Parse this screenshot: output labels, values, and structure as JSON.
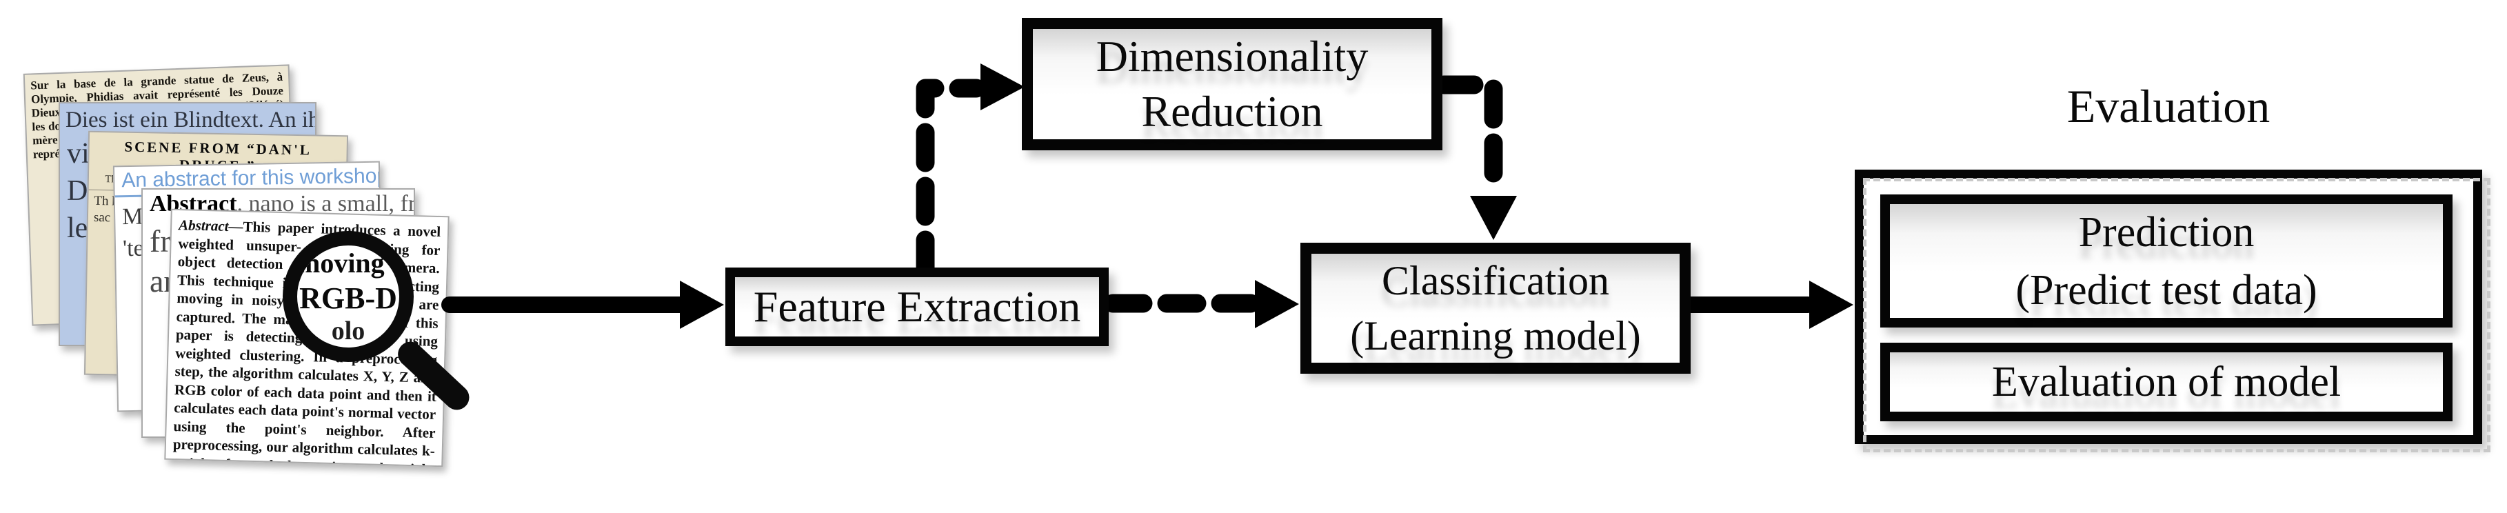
{
  "figure": {
    "type": "machine-learning-pipeline-flow-diagram",
    "background": "#ffffff",
    "line_color": "#000000",
    "dashed_outline_color": "#c9c9c9",
    "page_colors": {
      "french": "#eee8d4",
      "german": "#b7c9e6",
      "scene": "#eae2c8",
      "workshop_heading": "#6f9ed6"
    }
  },
  "stack": {
    "pages": [
      {
        "id": "french-clipping",
        "text": "Sur la base de la grande statue de Zeus, à Olympie, Phidias avait représenté les Douze Dieux. Entre le Soleil (Hélios) et la Lune (Séléné) les do un die liés (f Éros blême gie na pas m Chari mère Athén dieu d allégo œuvre son in tion. géant représ l'est, Hermè"
      },
      {
        "id": "german-blindtext",
        "headline": "Dies ist ein Blindtext. An ihm lässt sich",
        "text": "viel set Gra kar lese Die viel set Gra kar lese"
      },
      {
        "id": "playbill",
        "headline": "SCENE FROM “DAN'L DRUCE.”",
        "subline": "This interesting domestic drama, by Mr. W. S. Gilbert,",
        "text": "Th ha sul ha sul ord ng thu wl v. Hi tre ter El sac thi lot fro the Tl"
      },
      {
        "id": "workshop-abstract",
        "headline": "An abstract for this workshop",
        "text": "Ma for this in o wri th coll 'ter na fra (o pur Pi and an"
      },
      {
        "id": "nano-abstract",
        "lead": "Abstract",
        "lead_rest": ".  nano is a small, free and",
        "text": "fri Pi th th na (o Pi an"
      },
      {
        "id": "rgbd-abstract",
        "lead": "Abstract—",
        "text": "This paper introduces a novel weighted unsuper- vised learning for object detection with RGB-D camera. This technique is feasible for detecting moving in noisy environments that are captured. The main contribution of this paper is detecting each object using weighted clustering. In a preprocessing step, the algorithm calculates X, Y, Z and RGB color of each data point and then it calculates each data point's normal vector using the point's neighbor. After preprocessing, our algorithm calculates k-weights for each data point; each weight indicates membership. Resulting in clustered objects of the scene."
      }
    ],
    "magnifier": {
      "line1": "moving o",
      "line2": "RGB-D",
      "line3": "olo"
    }
  },
  "nodes": {
    "feature_extraction": {
      "label": "Feature Extraction"
    },
    "dimensionality_reduction": {
      "line1": "Dimensionality",
      "line2": "Reduction"
    },
    "classification": {
      "line1": "Classification",
      "line2": "(Learning model)"
    },
    "evaluation_group": {
      "title": "Evaluation"
    },
    "prediction": {
      "line1": "Prediction",
      "line2": "(Predict test data)"
    },
    "evaluation_of_model": {
      "label": "Evaluation of model"
    }
  },
  "connectors": [
    {
      "from": "document-stack",
      "to": "feature-extraction",
      "style": "solid-arrow"
    },
    {
      "from": "feature-extraction",
      "to": "dimensionality-reduction",
      "style": "dashed-arrow"
    },
    {
      "from": "dimensionality-reduction",
      "to": "classification",
      "style": "dashed-arrow"
    },
    {
      "from": "feature-extraction",
      "to": "classification",
      "style": "dashed-arrow"
    },
    {
      "from": "classification",
      "to": "evaluation",
      "style": "solid-arrow"
    }
  ]
}
